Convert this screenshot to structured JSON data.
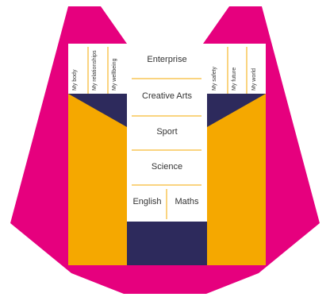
{
  "colors": {
    "magenta": "#e6007e",
    "orange": "#f5a800",
    "navy": "#2d2a5c",
    "line": "#f5a800",
    "text": "#333333"
  },
  "left_tower": {
    "labels": [
      "My body",
      "My relationships",
      "My wellbeing"
    ]
  },
  "right_tower": {
    "labels": [
      "My safety",
      "My future",
      "My world"
    ]
  },
  "center_column": {
    "enterprise": "Enterprise",
    "creative_arts": "Creative Arts",
    "sport": "Sport",
    "science": "Science",
    "english": "English",
    "maths": "Maths"
  }
}
